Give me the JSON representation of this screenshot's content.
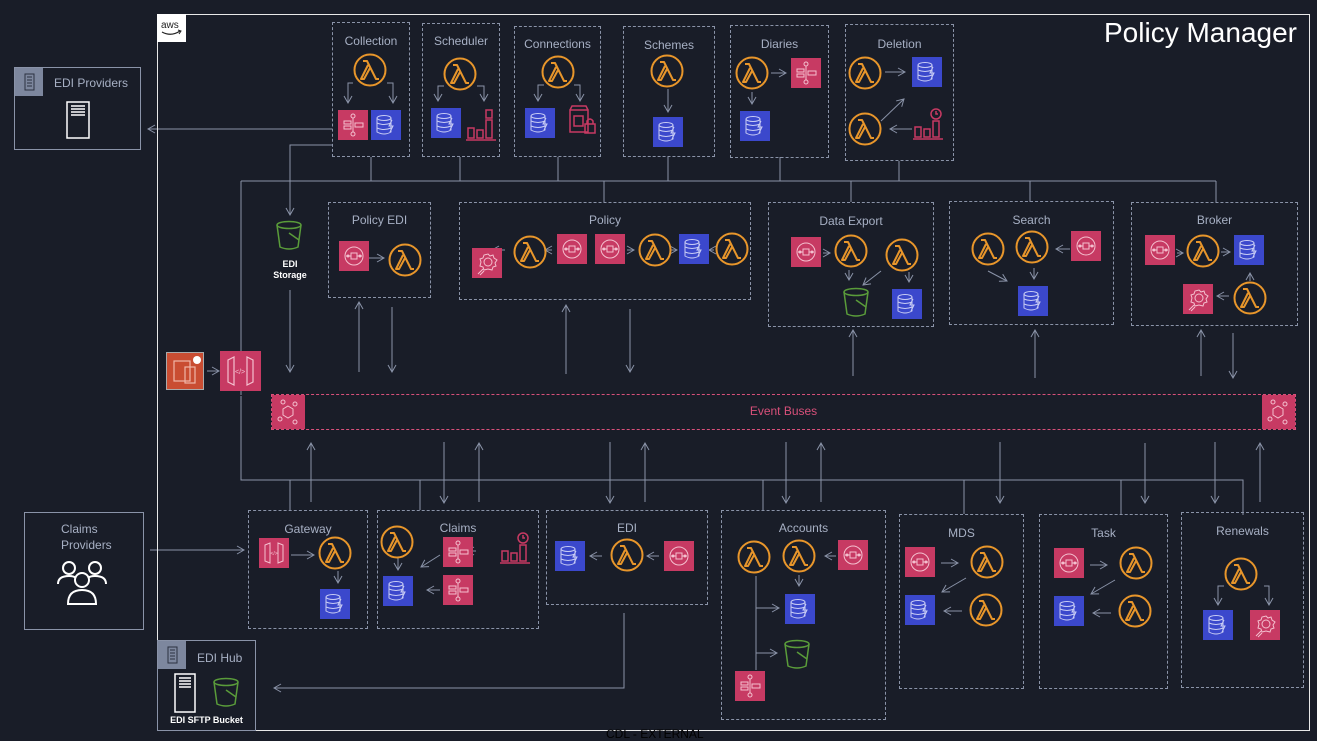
{
  "diagram": {
    "title": "Policy Manager",
    "footer_text": "CDL - EXTERNAL",
    "provider_logo": "aws-logo",
    "colors": {
      "background": "#191d28",
      "lambda": "#e8962b",
      "dynamodb": "#3b48cc",
      "app_integration": "#c73a63",
      "storage": "#5a9c3a",
      "event_bus": "#d8507a",
      "lines": "#8a93a8"
    }
  },
  "external": {
    "edi_providers": {
      "label": "EDI Providers",
      "icons": [
        "building-icon",
        "server-icon"
      ]
    },
    "claims_providers": {
      "label": "Claims Providers",
      "icons": [
        "users-icon"
      ]
    },
    "edi_hub": {
      "label": "EDI Hub",
      "caption": "EDI SFTP Bucket",
      "icons": [
        "building-icon",
        "server-icon",
        "s3-bucket-icon"
      ]
    }
  },
  "standalone": {
    "edi_storage": {
      "label": "EDI Storage",
      "icon": "s3-bucket-icon"
    },
    "amplify": {
      "icon": "amplify-icon"
    },
    "api_gateway": {
      "icon": "api-gateway-icon"
    }
  },
  "event_bus": {
    "label": "Event Buses",
    "icons": [
      "eventbridge-icon",
      "eventbridge-icon"
    ]
  },
  "services": {
    "collection": {
      "label": "Collection",
      "components": [
        "lambda",
        "step-functions",
        "dynamodb"
      ]
    },
    "scheduler": {
      "label": "Scheduler",
      "components": [
        "lambda",
        "dynamodb",
        "cloudwatch-metrics"
      ]
    },
    "connections": {
      "label": "Connections",
      "components": [
        "lambda",
        "dynamodb",
        "secrets-manager"
      ]
    },
    "schemes": {
      "label": "Schemes",
      "components": [
        "lambda",
        "dynamodb"
      ]
    },
    "diaries": {
      "label": "Diaries",
      "components": [
        "lambda",
        "step-functions",
        "dynamodb"
      ]
    },
    "deletion": {
      "label": "Deletion",
      "components": [
        "lambda",
        "dynamodb",
        "lambda",
        "eventbridge-scheduler"
      ]
    },
    "policy_edi": {
      "label": "Policy EDI",
      "components": [
        "sqs",
        "lambda"
      ]
    },
    "policy": {
      "label": "Policy",
      "components": [
        "eventbridge-rule",
        "lambda",
        "sqs",
        "sqs",
        "lambda",
        "dynamodb",
        "lambda"
      ]
    },
    "data_export": {
      "label": "Data Export",
      "components": [
        "sqs",
        "lambda",
        "lambda",
        "s3-bucket",
        "dynamodb"
      ]
    },
    "search": {
      "label": "Search",
      "components": [
        "lambda",
        "lambda",
        "sqs",
        "dynamodb"
      ]
    },
    "broker": {
      "label": "Broker",
      "components": [
        "sqs",
        "lambda",
        "dynamodb",
        "eventbridge-rule",
        "lambda"
      ]
    },
    "gateway": {
      "label": "Gateway",
      "components": [
        "api-gateway",
        "lambda",
        "dynamodb"
      ]
    },
    "claims": {
      "label": "Claims",
      "components": [
        "lambda",
        "step-functions",
        "eventbridge-scheduler",
        "dynamodb",
        "step-functions"
      ]
    },
    "edi": {
      "label": "EDI",
      "components": [
        "dynamodb",
        "lambda",
        "sqs"
      ]
    },
    "accounts": {
      "label": "Accounts",
      "components": [
        "lambda",
        "lambda",
        "sqs",
        "dynamodb",
        "s3-bucket",
        "step-functions"
      ]
    },
    "mds": {
      "label": "MDS",
      "components": [
        "sqs",
        "lambda",
        "dynamodb",
        "lambda"
      ]
    },
    "task": {
      "label": "Task",
      "components": [
        "sqs",
        "lambda",
        "dynamodb",
        "lambda"
      ]
    },
    "renewals": {
      "label": "Renewals",
      "components": [
        "lambda",
        "dynamodb",
        "eventbridge-rule"
      ]
    }
  }
}
